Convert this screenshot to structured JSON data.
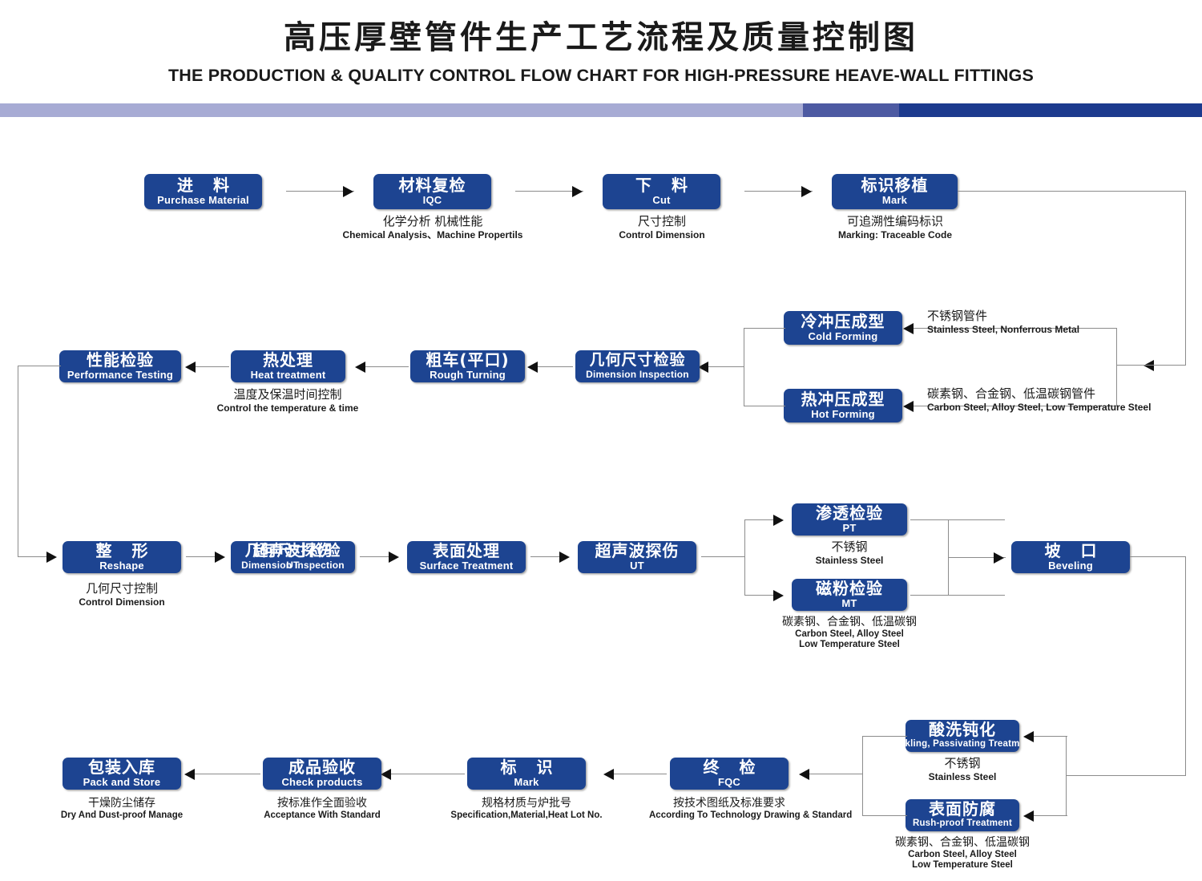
{
  "header": {
    "title_cn": "高压厚壁管件生产工艺流程及质量控制图",
    "title_en": "THE PRODUCTION & QUALITY CONTROL FLOW CHART FOR HIGH-PRESSURE HEAVE-WALL  FITTINGS",
    "bar_colors": [
      "#a7abd4",
      "#4d5aa2",
      "#1c3a8e"
    ]
  },
  "theme": {
    "node_fill": "#1d4491",
    "node_text": "#ffffff",
    "caption_text": "#1a1a1a",
    "connector": "#8c8c8c",
    "arrow": "#111111"
  },
  "nodes": {
    "purchase": {
      "cn": "进  料",
      "en": "Purchase Material"
    },
    "iqc": {
      "cn": "材料复检",
      "en": "IQC"
    },
    "cut": {
      "cn": "下  料",
      "en": "Cut"
    },
    "mark1": {
      "cn": "标识移植",
      "en": "Mark"
    },
    "cold": {
      "cn": "冷冲压成型",
      "en": "Cold Forming"
    },
    "hot": {
      "cn": "热冲压成型",
      "en": "Hot Forming"
    },
    "dim1": {
      "cn": "几何尺寸检验",
      "en": "Dimension Inspection"
    },
    "rough": {
      "cn": "粗车(平口)",
      "en": "Rough Turning"
    },
    "heat": {
      "cn": "热处理",
      "en": "Heat treatment"
    },
    "perf": {
      "cn": "性能检验",
      "en": "Performance Testing"
    },
    "reshape": {
      "cn": "整  形",
      "en": "Reshape"
    },
    "dim2": {
      "cn": "几何尺寸检验",
      "en": "Dimension Inspection"
    },
    "dim2_over": {
      "cn": "超声波探伤",
      "en": "UT"
    },
    "surface": {
      "cn": "表面处理",
      "en": "Surface Treatment"
    },
    "ut": {
      "cn": "超声波探伤",
      "en": "UT"
    },
    "pt": {
      "cn": "渗透检验",
      "en": "PT"
    },
    "mt": {
      "cn": "磁粉检验",
      "en": "MT"
    },
    "bevel": {
      "cn": "坡  口",
      "en": "Beveling"
    },
    "pickling": {
      "cn": "酸洗钝化",
      "en": "Pickling, Passivating  Treatment"
    },
    "rushproof": {
      "cn": "表面防腐",
      "en": "Rush-proof Treatment"
    },
    "fqc": {
      "cn": "终  检",
      "en": "FQC"
    },
    "mark2": {
      "cn": "标  识",
      "en": "Mark"
    },
    "check": {
      "cn": "成品验收",
      "en": "Check products"
    },
    "pack": {
      "cn": "包装入库",
      "en": "Pack and Store"
    }
  },
  "captions": {
    "iqc": {
      "cn": "化学分析 机械性能",
      "en": "Chemical Analysis、Machine Propertils"
    },
    "cut": {
      "cn": "尺寸控制",
      "en": "Control Dimension"
    },
    "mark1": {
      "cn": "可追溯性编码标识",
      "en": "Marking: Traceable  Code"
    },
    "cold": {
      "cn": "不锈钢管件",
      "en": "Stainless Steel, Nonferrous Metal"
    },
    "hot": {
      "cn": "碳素钢、合金钢、低温碳钢管件",
      "en": "Carbon Steel, Alloy Steel, Low Temperature Steel"
    },
    "heat": {
      "cn": "温度及保温时间控制",
      "en": "Control the  temperature  &  time"
    },
    "reshape": {
      "cn": "几何尺寸控制",
      "en": "Control Dimension"
    },
    "pt": {
      "cn": "不锈钢",
      "en": "Stainless Steel"
    },
    "mt": {
      "cn": "碳素钢、合金钢、低温碳钢",
      "en": "Carbon Steel, Alloy Steel",
      "en2": "Low Temperature Steel"
    },
    "pickling": {
      "cn": "不锈钢",
      "en": "Stainless Steel"
    },
    "rushproof": {
      "cn": "碳素钢、合金钢、低温碳钢",
      "en": "Carbon Steel, Alloy Steel",
      "en2": "Low Temperature Steel"
    },
    "fqc": {
      "cn": "按技术图纸及标准要求",
      "en": "According To Technology Drawing & Standard"
    },
    "mark2": {
      "cn": "规格材质与炉批号",
      "en": "Specification,Material,Heat Lot No."
    },
    "check": {
      "cn": "按标准作全面验收",
      "en": "Acceptance  With  Standard"
    },
    "pack": {
      "cn": "干燥防尘储存",
      "en": "Dry  And Dust-proof  Manage"
    }
  }
}
